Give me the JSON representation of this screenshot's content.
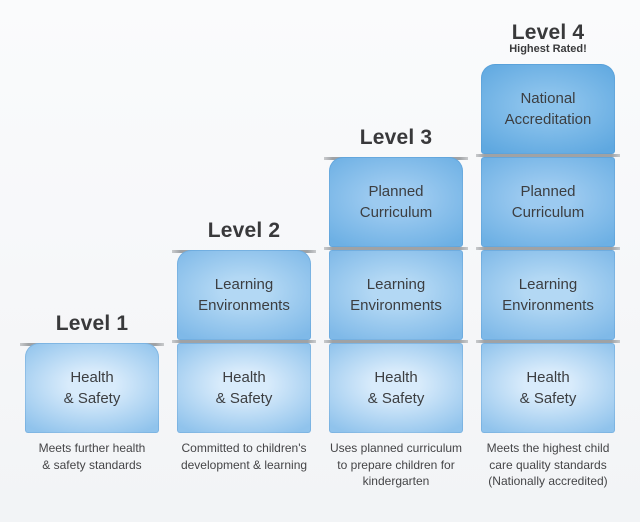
{
  "diagram_title": "",
  "colors": {
    "background_top": "#fafbfc",
    "background_bottom": "#f2f4f6",
    "separator_line": "#9fa2a5",
    "title_text": "#39393b",
    "block_label_text": "#3c3e41",
    "caption_text": "#454547",
    "block_national_edge": "#5fa8e0",
    "block_national_center": "#8ac2ec",
    "block_planned_edge": "#6db0e4",
    "block_planned_center": "#9ccaf0",
    "block_learning_edge": "#7fb9e8",
    "block_learning_center": "#b3d8f4",
    "block_health_edge": "#90c3ec",
    "block_health_center": "#d8ebfb"
  },
  "levels": [
    {
      "title": "Level 1",
      "subtitle": "",
      "caption": "Meets further health\n& safety standards",
      "blocks": [
        {
          "type": "health",
          "label": "Health\n& Safety"
        }
      ]
    },
    {
      "title": "Level 2",
      "subtitle": "",
      "caption": "Committed to children's\ndevelopment & learning",
      "blocks": [
        {
          "type": "learning",
          "label": "Learning\nEnvironments"
        },
        {
          "type": "health",
          "label": "Health\n& Safety"
        }
      ]
    },
    {
      "title": "Level 3",
      "subtitle": "",
      "caption": "Uses planned curriculum\nto prepare children for\nkindergarten",
      "blocks": [
        {
          "type": "planned",
          "label": "Planned\nCurriculum"
        },
        {
          "type": "learning",
          "label": "Learning\nEnvironments"
        },
        {
          "type": "health",
          "label": "Health\n& Safety"
        }
      ]
    },
    {
      "title": "Level 4",
      "subtitle": "Highest Rated!",
      "caption": "Meets the highest child\ncare quality standards\n(Nationally accredited)",
      "blocks": [
        {
          "type": "national",
          "label": "National\nAccreditation"
        },
        {
          "type": "planned",
          "label": "Planned\nCurriculum"
        },
        {
          "type": "learning",
          "label": "Learning\nEnvironments"
        },
        {
          "type": "health",
          "label": "Health\n& Safety"
        }
      ]
    }
  ]
}
